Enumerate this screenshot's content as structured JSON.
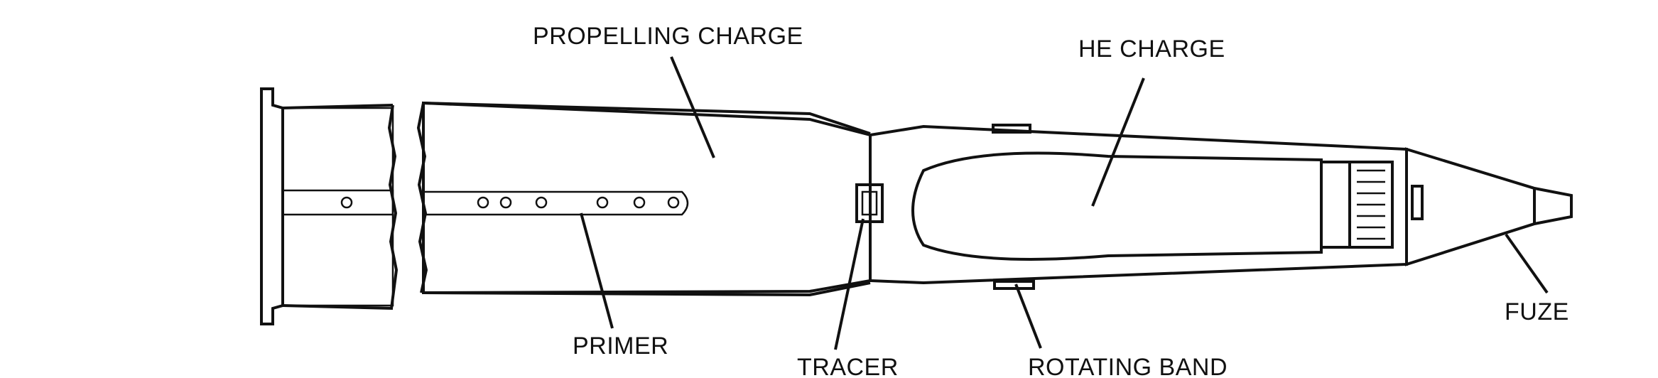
{
  "labels": {
    "propelling_charge": "PROPELLING CHARGE",
    "he_charge": "HE CHARGE",
    "primer": "PRIMER",
    "tracer": "TRACER",
    "rotating_band": "ROTATING BAND",
    "fuze": "FUZE"
  }
}
